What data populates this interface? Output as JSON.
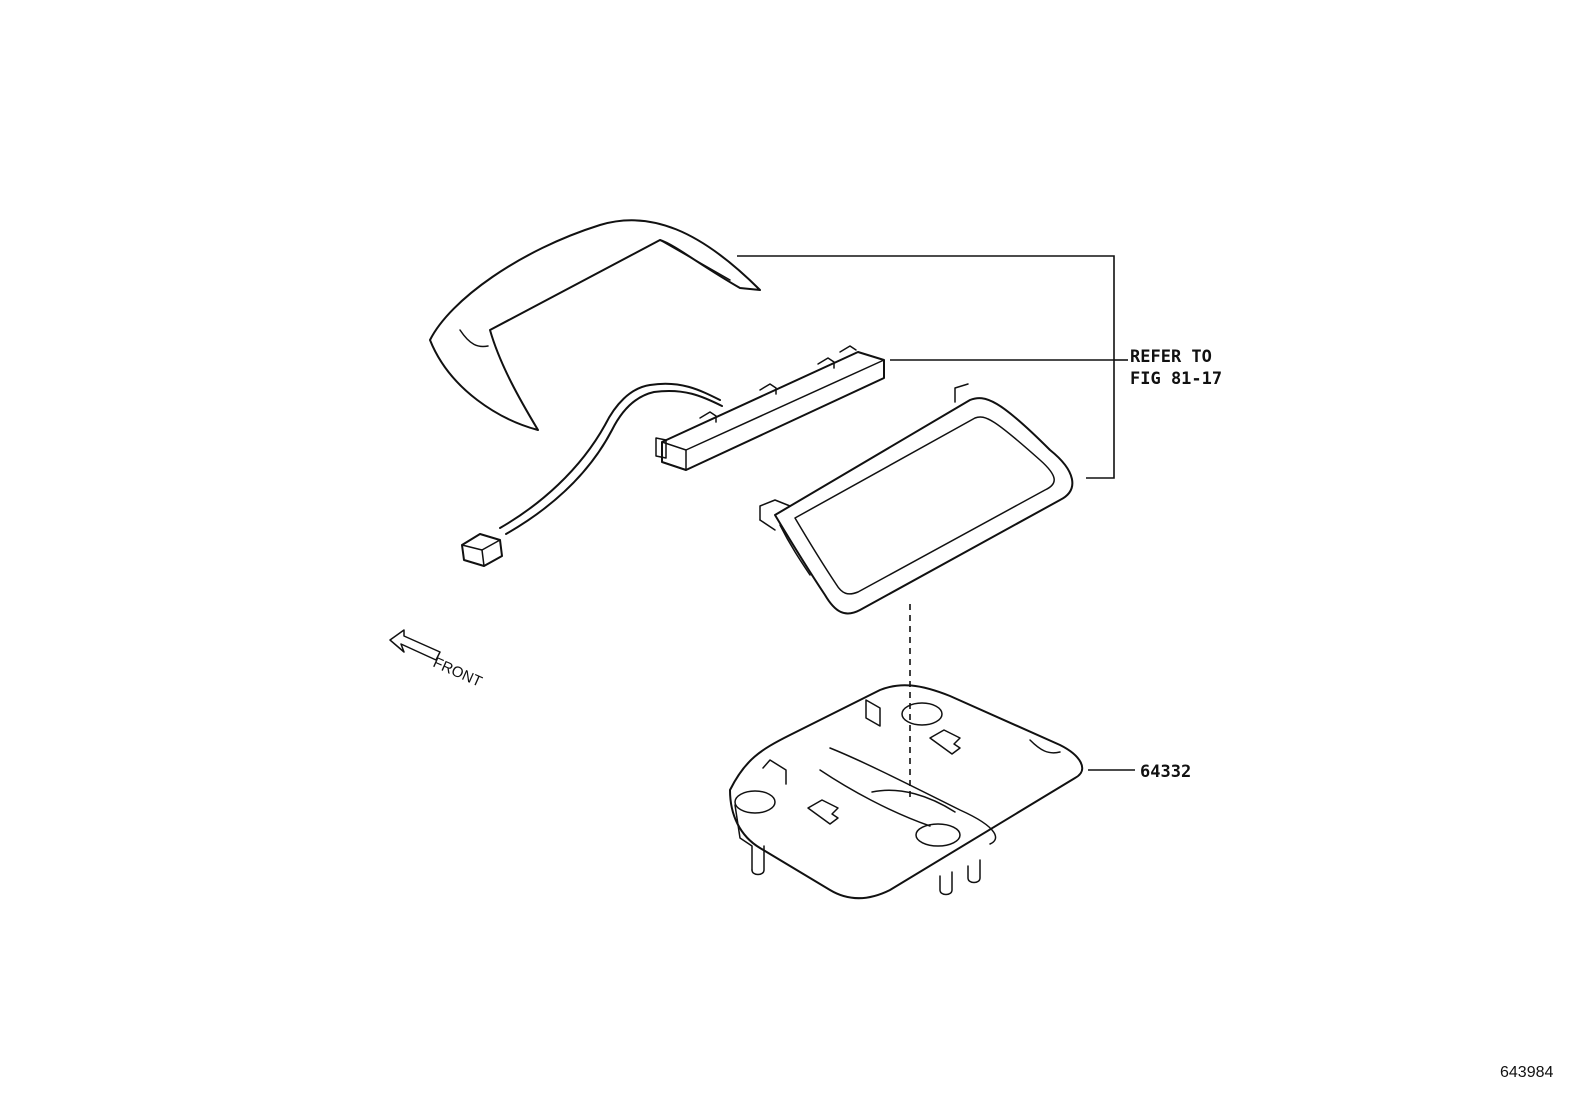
{
  "callouts": {
    "refer_line1": "REFER TO",
    "refer_line2": "FIG 81-17",
    "part_number": "64332"
  },
  "direction_label": "FRONT",
  "figure_id": "643984"
}
